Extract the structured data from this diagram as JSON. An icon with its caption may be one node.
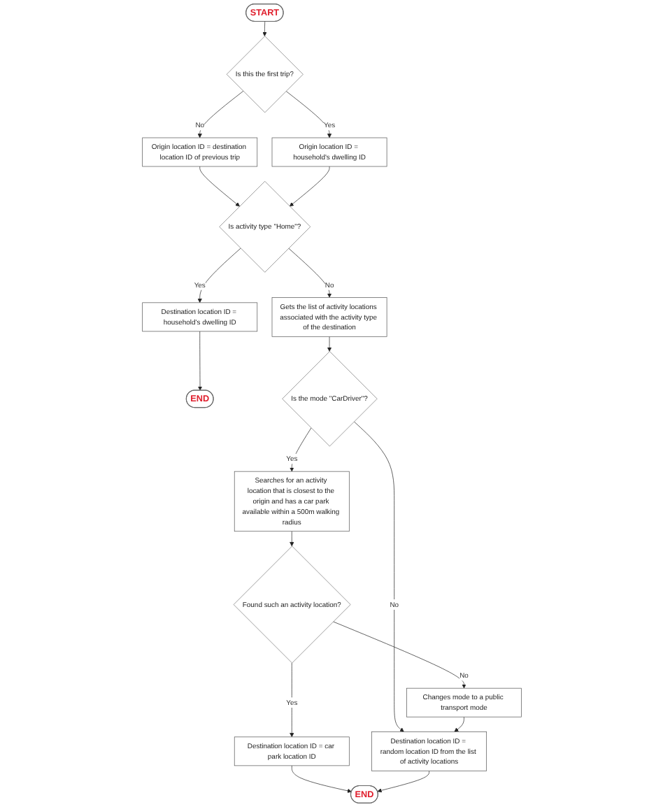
{
  "diagram": {
    "nodes": [
      {
        "text": [
          "START"
        ]
      },
      {
        "text": [
          "Is this the first trip?"
        ]
      },
      {
        "text": [
          "Origin location ID = destination location ID of previous trip"
        ]
      },
      {
        "text": [
          "Origin location ID = household's dwelling ID"
        ]
      },
      {
        "text": [
          "Is activity type \"Home\"?"
        ]
      },
      {
        "text": [
          "Destination location ID = household's dwelling ID"
        ]
      },
      {
        "text": [
          "END"
        ]
      },
      {
        "text": [
          "Gets the list of activity locations associated with the activity type of the destination"
        ]
      },
      {
        "text": [
          "Is the mode \"CarDriver\"?"
        ]
      },
      {
        "text": [
          "Searches for an activity location that is closest to the origin and has a car park available within a 500m walking radius"
        ]
      },
      {
        "text": [
          "Found such an activity location?"
        ]
      },
      {
        "text": [
          "Changes mode to a public transport mode"
        ]
      },
      {
        "text": [
          "Destination location ID = car park location ID"
        ]
      },
      {
        "text": [
          "Destination location ID = random location ID from the list of activity locations"
        ]
      },
      {
        "text": [
          "END"
        ]
      }
    ],
    "edges": [
      {
        "from": 0,
        "to": 1,
        "arrow": "to"
      },
      {
        "from": 1,
        "to": 2,
        "label": "No",
        "arrow": "to"
      },
      {
        "from": 1,
        "to": 3,
        "label": "Yes",
        "arrow": "to"
      },
      {
        "from": 2,
        "to": 4,
        "arrow": "to"
      },
      {
        "from": 3,
        "to": 4,
        "arrow": "to"
      },
      {
        "from": 4,
        "to": 5,
        "label": "Yes",
        "arrow": "to"
      },
      {
        "from": 5,
        "to": 6,
        "arrow": "to"
      },
      {
        "from": 4,
        "to": 7,
        "label": "No",
        "arrow": "to"
      },
      {
        "from": 7,
        "to": 8,
        "arrow": "to"
      },
      {
        "from": 8,
        "to": 9,
        "label": "Yes",
        "arrow": "to"
      },
      {
        "from": 8,
        "to": 13,
        "label": "No",
        "arrow": "to"
      },
      {
        "from": 9,
        "to": 10,
        "arrow": "to"
      },
      {
        "from": 10,
        "to": 11,
        "label": "No",
        "arrow": "to"
      },
      {
        "from": 10,
        "to": 12,
        "label": "Yes",
        "arrow": "to"
      },
      {
        "from": 11,
        "to": 13,
        "arrow": "to"
      },
      {
        "from": 12,
        "to": 14,
        "arrow": "to"
      },
      {
        "from": 13,
        "to": 14,
        "arrow": "to"
      }
    ]
  }
}
